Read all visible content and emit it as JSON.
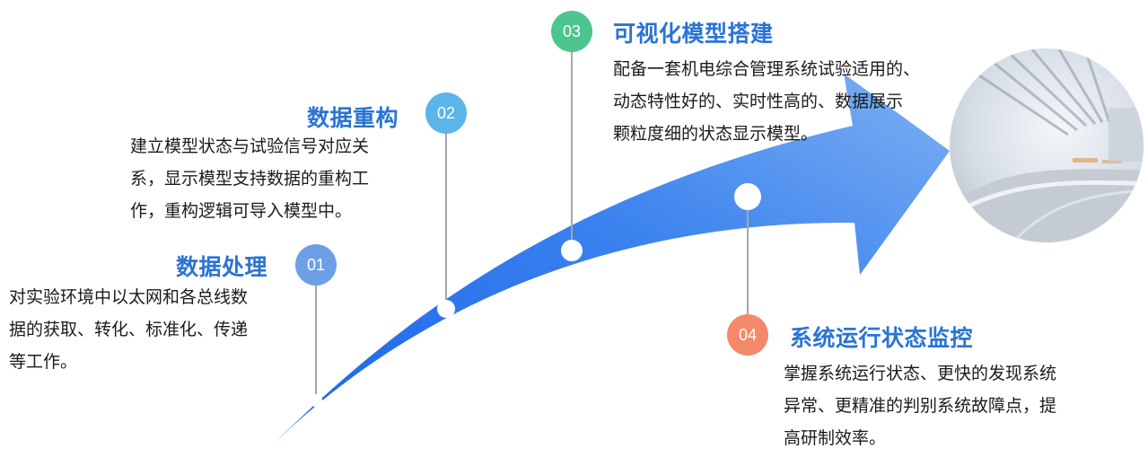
{
  "steps": [
    {
      "number": "01",
      "title": "数据处理",
      "lines": [
        "对实验环境中以太网和各总线数",
        "据的获取、转化、标准化、传递",
        "等工作。"
      ],
      "color": "#6d9fe6"
    },
    {
      "number": "02",
      "title": "数据重构",
      "lines": [
        "建立模型状态与试验信号对应关",
        "系，显示模型支持数据的重构工",
        "作，重构逻辑可导入模型中。"
      ],
      "color": "#5bb5e8"
    },
    {
      "number": "03",
      "title": "可视化模型搭建",
      "lines": [
        "配备一套机电综合管理系统试验适用的、",
        "动态特性好的、实时性高的、数据展示",
        "颗粒度细的状态显示模型。"
      ],
      "color": "#4cc58f"
    },
    {
      "number": "04",
      "title": "系统运行状态监控",
      "lines": [
        "掌握系统运行状态、更快的发现系统",
        "异常、更精准的判别系统故障点，提",
        "高研制效率。"
      ],
      "color": "#f28a6a"
    }
  ],
  "arrow_colors": {
    "start": "#1b63e8",
    "end": "#78aaf0"
  },
  "photo": "highway-tunnel-photo"
}
